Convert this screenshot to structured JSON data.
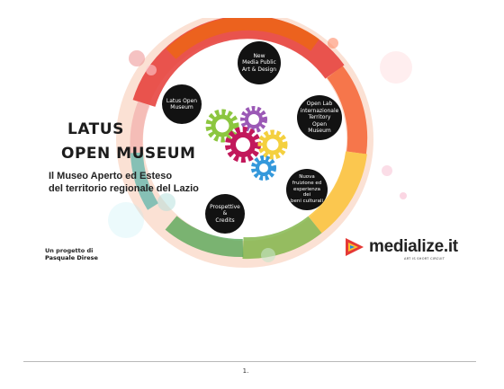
{
  "slide": {
    "title_line_1": "LATUS",
    "title_line_2": "OPEN MUSEUM",
    "subtitle_line_1": "Il Museo Aperto ed Esteso",
    "subtitle_line_2": "del territorio regionale del Lazio",
    "credit_line_1": "Un progetto di",
    "credit_line_2": "Pasquale Direse"
  },
  "nodes": {
    "new_media": "New\nMedia Public\nArt & Design",
    "latus_open": "Latus Open\nMuseum",
    "open_lab": "Open Lab\ninternazionale\nTerritory Open\nMuseum",
    "nuova": "Nuova\nfruizione ed\nesperienza dei\nbeni culturali",
    "prospettive": "Prospettive\n&\nCredits"
  },
  "brand": {
    "name": "medialize.it",
    "tagline": "ART IS SHORT CIRCUIT"
  },
  "colors": {
    "gear_green": "#8cc63f",
    "gear_purple": "#9b59b6",
    "gear_magenta": "#c2185b",
    "gear_yellow": "#f4d03f",
    "gear_blue": "#3498db",
    "node_fill": "#121212"
  },
  "page_number": "1."
}
